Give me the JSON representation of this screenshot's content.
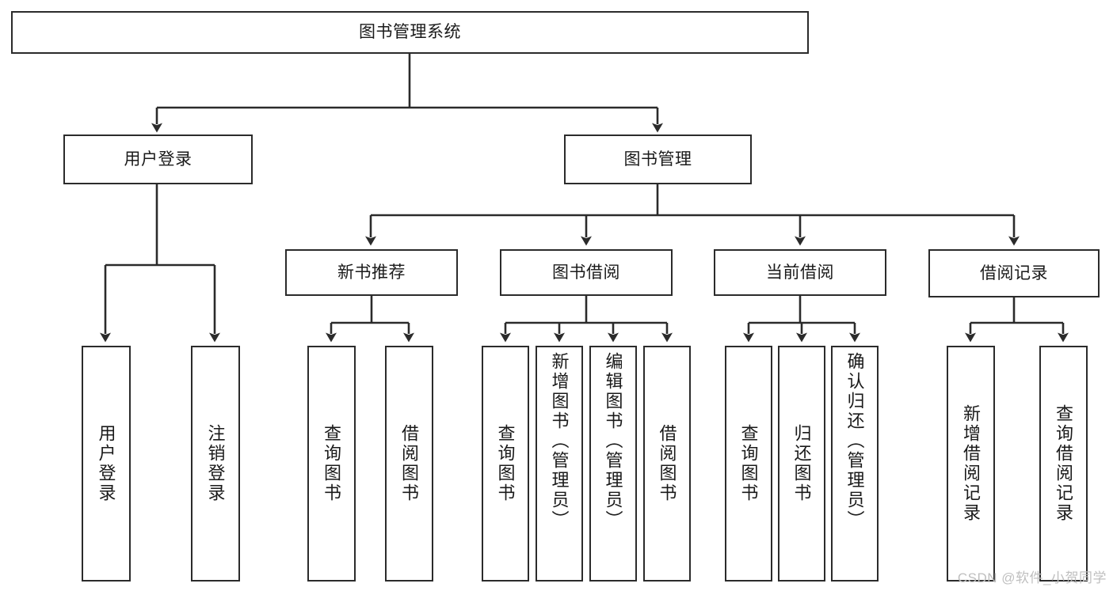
{
  "diagram": {
    "title": "图书管理系统",
    "type": "hierarchy-tree",
    "colors": {
      "stroke": "#2b2b2b",
      "fill": "#ffffff",
      "text": "#1a1a1a",
      "watermark": "#bfbfbf"
    },
    "root": {
      "label": "图书管理系统"
    },
    "level1": [
      {
        "label": "用户登录"
      },
      {
        "label": "图书管理"
      }
    ],
    "level2": [
      {
        "label": "新书推荐"
      },
      {
        "label": "图书借阅"
      },
      {
        "label": "当前借阅"
      },
      {
        "label": "借阅记录"
      }
    ],
    "leaves": {
      "user_login": [
        {
          "label": "用户登录"
        },
        {
          "label": "注销登录"
        }
      ],
      "new_book_recommend": [
        {
          "label": "查询图书"
        },
        {
          "label": "借阅图书"
        }
      ],
      "book_borrow": [
        {
          "label": "查询图书"
        },
        {
          "label": "新增图书（管理员）"
        },
        {
          "label": "编辑图书（管理员）"
        },
        {
          "label": "借阅图书"
        }
      ],
      "current_borrow": [
        {
          "label": "查询图书"
        },
        {
          "label": "归还图书"
        },
        {
          "label": "确认归还（管理员）"
        }
      ],
      "borrow_record": [
        {
          "label": "新增借阅记录"
        },
        {
          "label": "查询借阅记录"
        }
      ]
    },
    "watermark": "CSDN @软件_小贺同学"
  }
}
